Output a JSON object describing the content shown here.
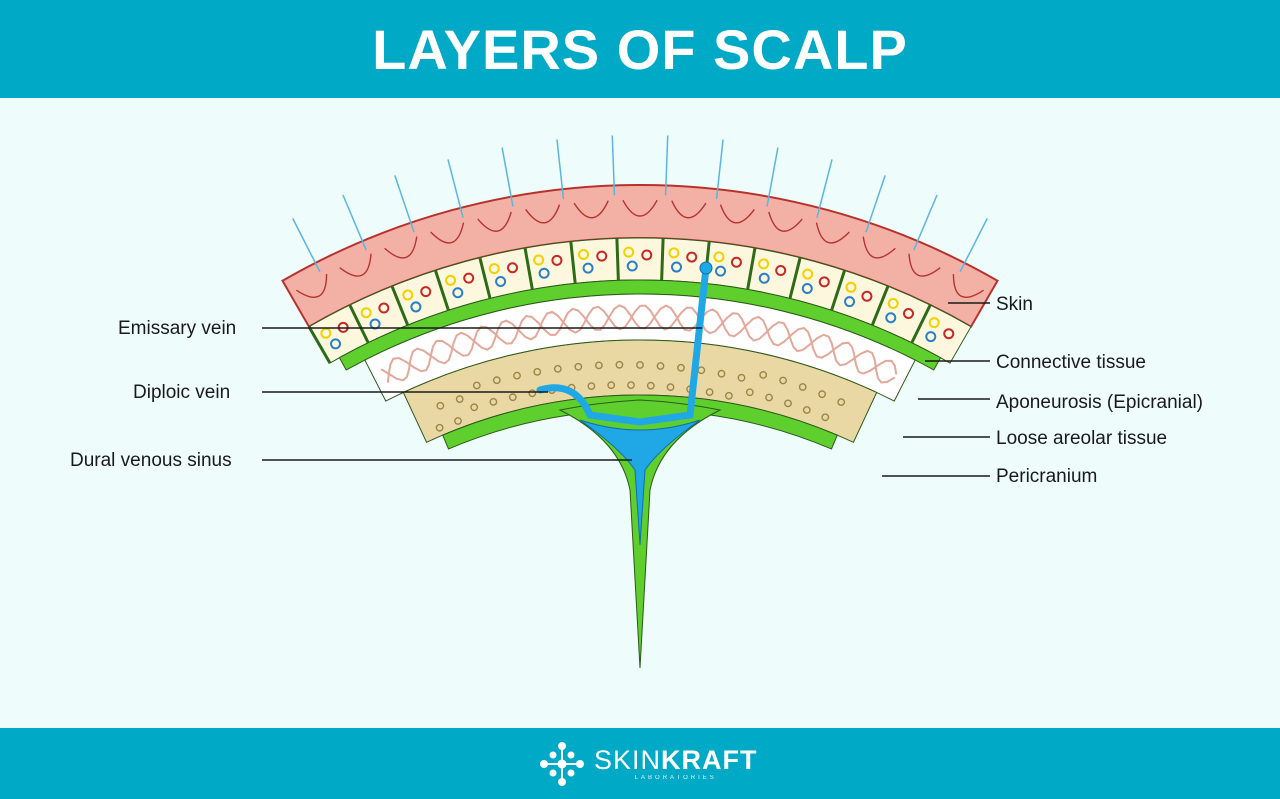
{
  "header": {
    "title": "LAYERS OF SCALP"
  },
  "labels_left": {
    "emissary_vein": "Emissary vein",
    "diploic_vein": "Diploic vein",
    "dural_venous_sinus": "Dural venous sinus"
  },
  "labels_right": {
    "skin": "Skin",
    "connective_tissue": "Connective tissue",
    "aponeurosis": "Aponeurosis (Epicranial)",
    "loose_areolar": "Loose areolar tissue",
    "pericranium": "Pericranium"
  },
  "footer": {
    "brand_light": "SKIN",
    "brand_bold": "KRAFT",
    "brand_sub": "LABORATORIES",
    "logo_icon": "molecule-logo-icon"
  },
  "colors": {
    "banner": "#00a9c6",
    "background": "#eefcfb",
    "skin": "#f3b1a6",
    "skin_outline": "#b8322c",
    "connective": "#fdf7de",
    "green": "#5fcf2e",
    "bone": "#ead8a4",
    "vein": "#1fa7e6",
    "hair": "#5bb5e0"
  }
}
